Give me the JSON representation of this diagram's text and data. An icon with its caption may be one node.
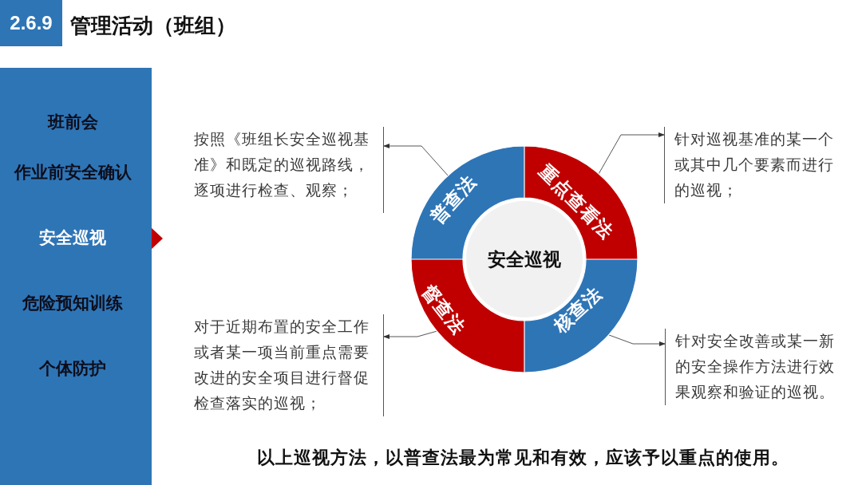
{
  "diagram": {
    "title": "管理活动（班组）",
    "nodes": [
      {
        "text": [
          "2.6.9"
        ]
      },
      {
        "text": [
          "班前会",
          "作业前安全确认",
          "安全巡视",
          "危险预知训练",
          "个体防护"
        ]
      },
      {
        "text": [
          "按照《班组长安全巡视基准》和既定的巡视路线，逐项进行检查、观察；"
        ]
      },
      {
        "text": [
          "普查法"
        ]
      },
      {
        "text": [
          "重点查看法"
        ]
      },
      {
        "text": [
          "针对巡视基准的某一个或其中几个要素而进行的巡视；"
        ]
      },
      {
        "text": [
          "安全巡视"
        ]
      },
      {
        "text": [
          "督查法"
        ]
      },
      {
        "text": [
          "核查法"
        ]
      },
      {
        "text": [
          "对于近期布置的安全工作或者某一项当前重点需要改进的安全项目进行督促检查落实的巡视；"
        ]
      },
      {
        "text": [
          "针对安全改善或某一新的安全操作方法进行效果观察和验证的巡视。"
        ]
      }
    ],
    "edges": [
      {
        "from": 3,
        "to": 2,
        "arrow": "to"
      },
      {
        "from": 4,
        "to": 5,
        "arrow": "to"
      },
      {
        "from": 7,
        "to": 9,
        "arrow": "to"
      },
      {
        "from": 8,
        "to": 10,
        "arrow": "to"
      }
    ],
    "labels": [
      "以上巡视方法，以普查法最为常见和有效，应该予以重点的使用。"
    ]
  }
}
